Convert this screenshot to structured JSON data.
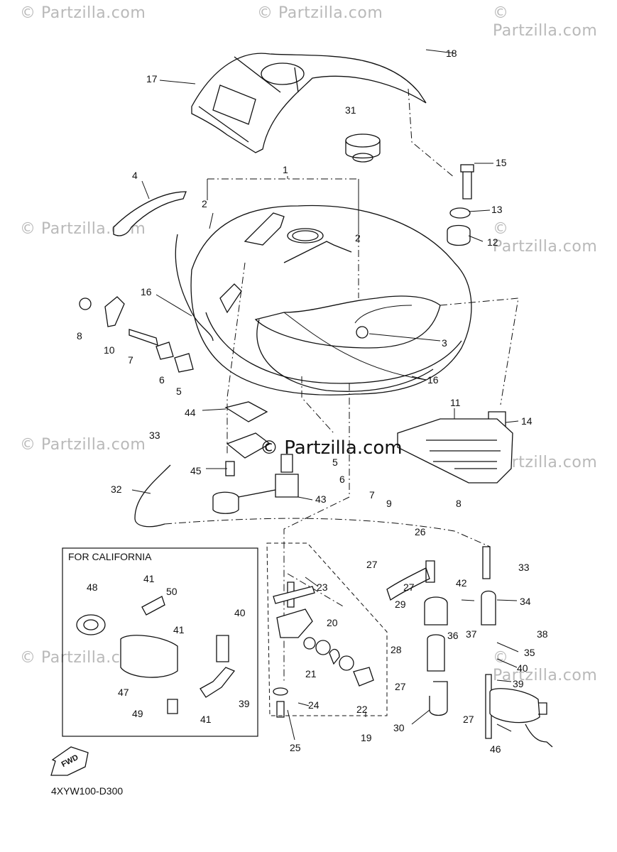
{
  "watermarks": {
    "tl": "© Partzilla.com",
    "tc": "© Partzilla.com",
    "tr": "© Partzilla.com",
    "ml": "© Partzilla.com",
    "mr": "© Partzilla.com",
    "ll": "© Partzilla.com",
    "lr": "© Partzilla.com",
    "bl": "© Partzilla.com",
    "br": "© Partzilla.com",
    "center": "© Partzilla.com"
  },
  "inset": {
    "title": "FOR CALIFORNIA"
  },
  "fwd_label": "FWD",
  "diagram_code": "4XYW100-D300",
  "callouts": {
    "c1": "1",
    "c2a": "2",
    "c2b": "2",
    "c3": "3",
    "c4": "4",
    "c5a": "5",
    "c5b": "5",
    "c6a": "6",
    "c6b": "6",
    "c7a": "7",
    "c7b": "7",
    "c8a": "8",
    "c8b": "8",
    "c9": "9",
    "c10": "10",
    "c11": "11",
    "c12": "12",
    "c13": "13",
    "c14": "14",
    "c15": "15",
    "c16a": "16",
    "c16b": "16",
    "c17": "17",
    "c18": "18",
    "c19": "19",
    "c20": "20",
    "c21": "21",
    "c22": "22",
    "c23": "23",
    "c24": "24",
    "c25": "25",
    "c26": "26",
    "c27a": "27",
    "c27b": "27",
    "c27c": "27",
    "c27d": "27",
    "c28": "28",
    "c29": "29",
    "c30": "30",
    "c31": "31",
    "c32": "32",
    "c33a": "33",
    "c33b": "33",
    "c34": "34",
    "c35": "35",
    "c36": "36",
    "c37": "37",
    "c38": "38",
    "c39a": "39",
    "c39b": "39",
    "c40a": "40",
    "c40b": "40",
    "c41a": "41",
    "c41b": "41",
    "c41c": "41",
    "c42": "42",
    "c43": "43",
    "c44": "44",
    "c45": "45",
    "c46": "46",
    "c47": "47",
    "c48": "48",
    "c49": "49",
    "c50": "50"
  }
}
